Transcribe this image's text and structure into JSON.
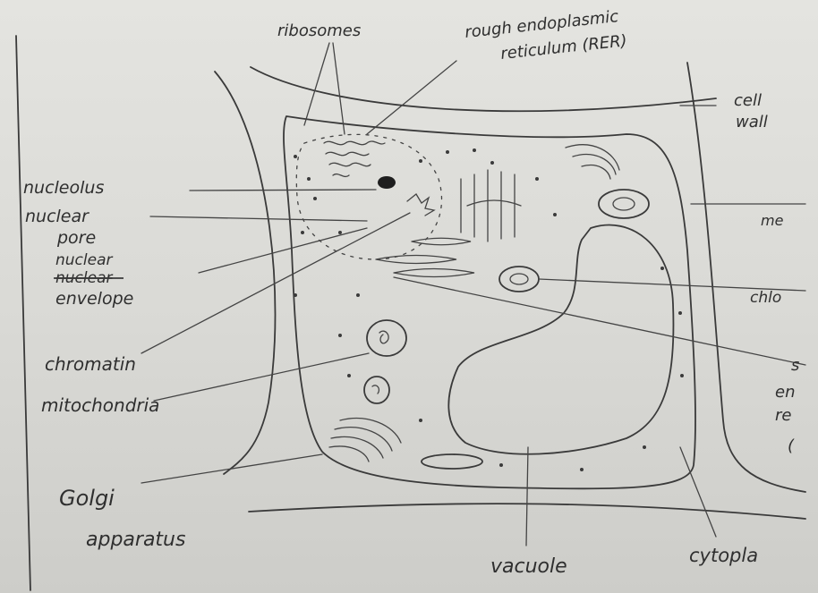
{
  "labels": {
    "ribosomes": "ribosomes",
    "rer_line1": "rough endoplasmic",
    "rer_line2": "reticulum (RER)",
    "cell_wall_line1": "cell",
    "cell_wall_line2": "wall",
    "nucleolus": "nucleolus",
    "nuclear_pore_line1": "nuclear",
    "nuclear_pore_line2": "pore",
    "nuclear_envelope_line1": "nuclear",
    "nuclear_envelope_struck": "nuclear",
    "nuclear_envelope_line2": "envelope",
    "chromatin": "chromatin",
    "mitochondria": "mitochondria",
    "golgi_line1": "Golgi",
    "golgi_line2": "apparatus",
    "vacuole": "vacuole",
    "cytoplasm": "cytopla",
    "membrane_cut": "me",
    "chloroplast_cut": "chlo",
    "ser_cut_1": "s",
    "ser_cut_2": "en",
    "ser_cut_3": "re",
    "ser_cut_4": "("
  }
}
